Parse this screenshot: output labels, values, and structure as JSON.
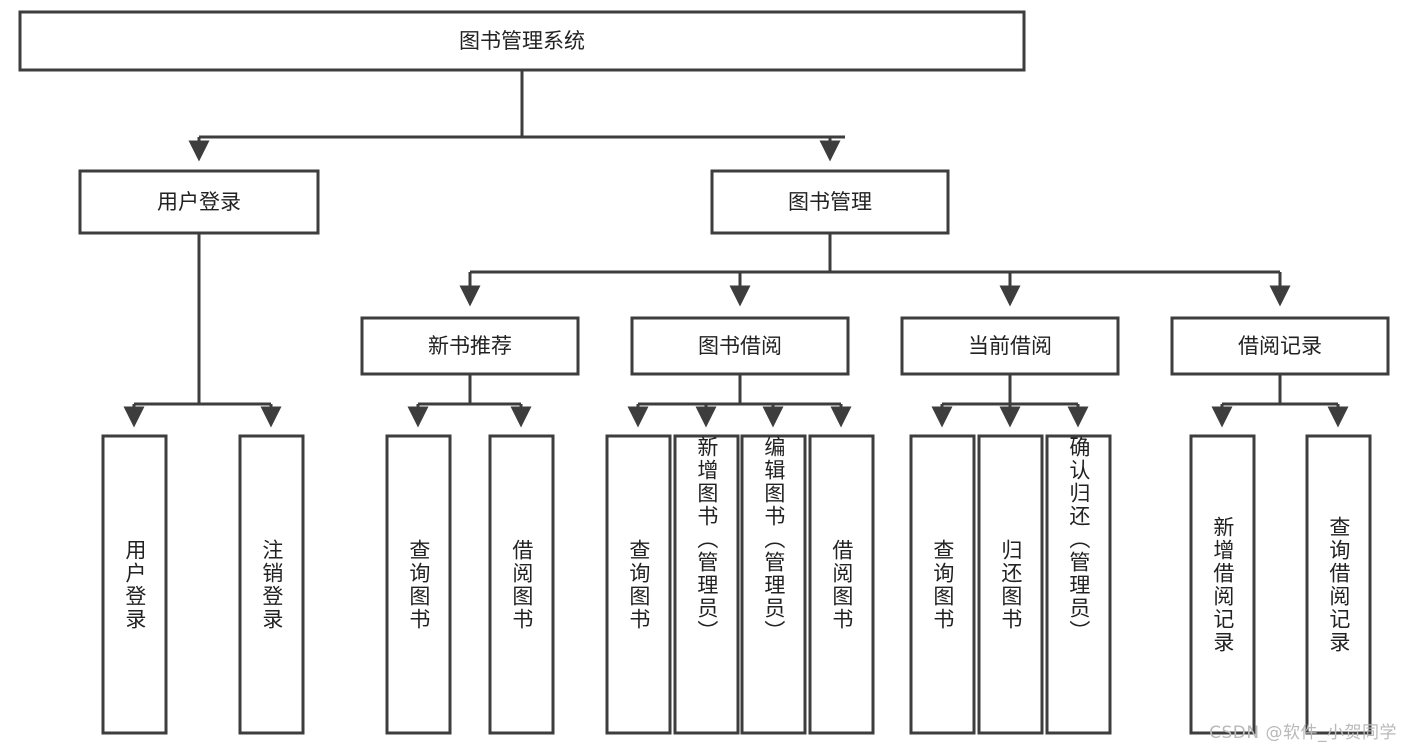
{
  "diagram": {
    "title": "图书管理系统",
    "watermark": "CSDN @软件_小贺同学",
    "colors": {
      "stroke": "#3d3d3d",
      "fill": "#ffffff",
      "text": "#222222",
      "watermark": "#b9b9b9",
      "background": "#ffffff"
    },
    "root": {
      "label": "图书管理系统"
    },
    "level2": [
      {
        "label": "用户登录"
      },
      {
        "label": "图书管理"
      }
    ],
    "level3": [
      {
        "label": "新书推荐"
      },
      {
        "label": "图书借阅"
      },
      {
        "label": "当前借阅"
      },
      {
        "label": "借阅记录"
      }
    ],
    "leaves": {
      "user_login": [
        {
          "label": "用户登录"
        },
        {
          "label": "注销登录"
        }
      ],
      "new_book_recommend": [
        {
          "label": "查询图书"
        },
        {
          "label": "借阅图书"
        }
      ],
      "book_borrow": [
        {
          "label": "查询图书"
        },
        {
          "label": "新增图书（管理员）"
        },
        {
          "label": "编辑图书（管理员）"
        },
        {
          "label": "借阅图书"
        }
      ],
      "current_borrow": [
        {
          "label": "查询图书"
        },
        {
          "label": "归还图书"
        },
        {
          "label": "确认归还（管理员）"
        }
      ],
      "borrow_record": [
        {
          "label": "新增借阅记录"
        },
        {
          "label": "查询借阅记录"
        }
      ]
    }
  }
}
